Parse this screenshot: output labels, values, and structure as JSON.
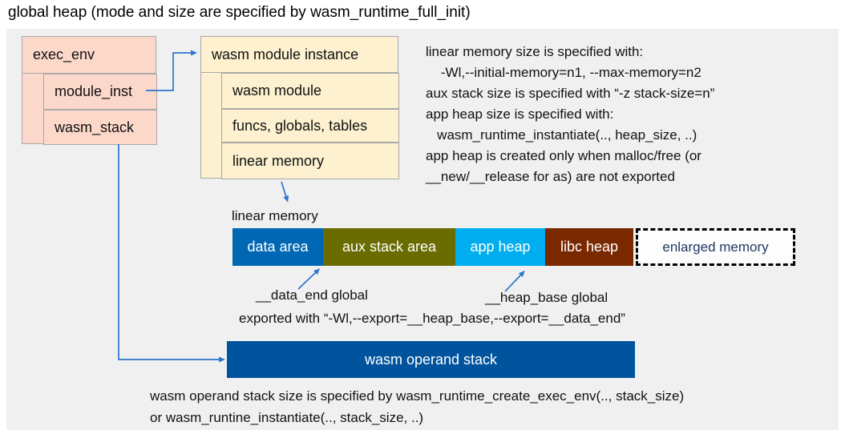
{
  "title": "global heap (mode and size are specified by wasm_runtime_full_init)",
  "colors": {
    "panel_gray": "#f0f0f1",
    "box_pink": "#fbd8c9",
    "box_cream": "#fdf1cf",
    "box_border": "#a9a9a9",
    "connector_blue": "#2e75cc"
  },
  "exec_env_box": {
    "title": "exec_env",
    "items": [
      {
        "label": "module_inst"
      },
      {
        "label": "wasm_stack"
      }
    ]
  },
  "module_instance_box": {
    "title": "wasm module instance",
    "items": [
      {
        "label": "wasm module"
      },
      {
        "label": "funcs, globals, tables"
      },
      {
        "label": "linear memory"
      }
    ]
  },
  "notes_right": {
    "lines": [
      "linear memory size is specified with:",
      "    -Wl,--initial-memory=n1, --max-memory=n2",
      "aux stack size is specified with “-z stack-size=n”",
      "app heap size is specified with:",
      "   wasm_runtime_instantiate(.., heap_size, ..)",
      "app heap is created only when malloc/free (or",
      "__new/__release for as) are not exported"
    ]
  },
  "linear_memory": {
    "label": "linear memory",
    "segments": [
      {
        "label": "data area",
        "color": "#0067b4"
      },
      {
        "label": "aux stack area",
        "color": "#6a6c00"
      },
      {
        "label": "app heap",
        "color": "#00aeef"
      },
      {
        "label": "libc heap",
        "color": "#7a2800"
      }
    ],
    "enlarged": {
      "label": "enlarged memory",
      "text_color": "#1f3864"
    }
  },
  "annotations": {
    "data_end": "__data_end global",
    "heap_base": "__heap_base global",
    "exported": "exported with “-Wl,--export=__heap_base,--export=__data_end”"
  },
  "operand_stack": {
    "label": "wasm operand stack",
    "color": "#00549e"
  },
  "footer_lines": [
    "wasm operand stack size is specified by wasm_runtime_create_exec_env(.., stack_size)",
    "or wasm_runtine_instantiate(.., stack_size, ..)"
  ]
}
